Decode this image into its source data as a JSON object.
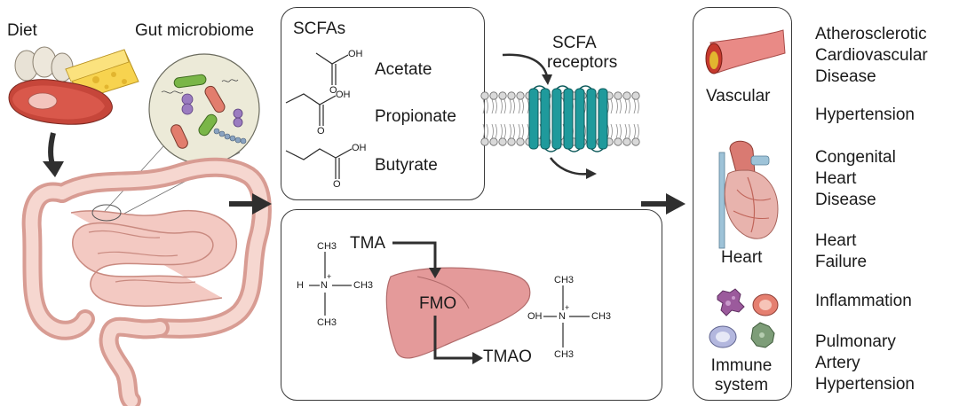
{
  "left": {
    "diet_label": "Diet",
    "microbiome_label": "Gut microbiome"
  },
  "scfa": {
    "title": "SCFAs",
    "acids": [
      "Acetate",
      "Propionate",
      "Butyrate"
    ],
    "oh": "OH",
    "o": "O",
    "receptors_line1": "SCFA",
    "receptors_line2": "receptors",
    "receptor_color": "#1f9a9c"
  },
  "tma": {
    "tma_label": "TMA",
    "fmo_label": "FMO",
    "tmao_label": "TMAO",
    "ch3": "CH3",
    "n_plus": "N",
    "plus": "+",
    "h": "H",
    "oh": "OH",
    "liver_color": "#e49a9a"
  },
  "organs": {
    "vascular": "Vascular",
    "heart": "Heart",
    "immune_line1": "Immune",
    "immune_line2": "system"
  },
  "outcomes": {
    "ascvd": [
      "Atherosclerotic",
      "Cardiovascular",
      "Disease"
    ],
    "hypertension": "Hypertension",
    "chd": [
      "Congenital",
      "Heart",
      "Disease"
    ],
    "hf": [
      "Heart",
      "Failure"
    ],
    "inflammation": "Inflammation",
    "pah": [
      "Pulmonary",
      "Artery",
      "Hypertension"
    ]
  }
}
